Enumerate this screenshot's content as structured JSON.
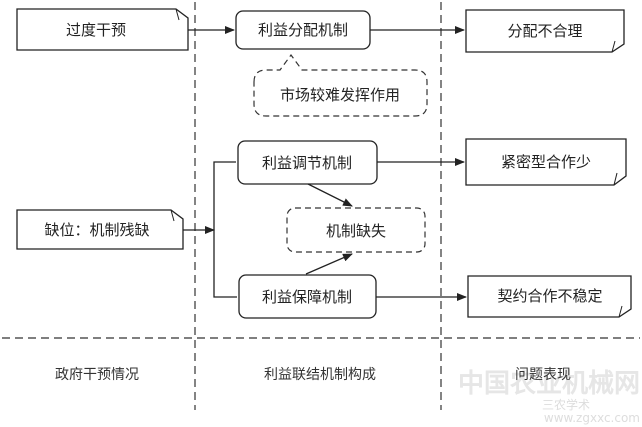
{
  "diagram": {
    "gov_boxes": [
      "过度干预",
      "缺位：机制残缺"
    ],
    "mechanisms": {
      "distribution": "利益分配机制",
      "market_cloud": "市场较难发挥作用",
      "coordination": "利益调节机制",
      "missing": "机制缺失",
      "guarantee": "利益保障机制"
    },
    "problems": [
      "分配不合理",
      "紧密型合作少",
      "契约合作不稳定"
    ],
    "columns": [
      "政府干预情况",
      "利益联结机制构成",
      "问题表现"
    ]
  },
  "watermark": {
    "main": "中国农业机械网",
    "sub": "三农学术",
    "url": "www.zgxxc.com"
  },
  "colors": {
    "line": "#222222",
    "dash": "#333333",
    "box_fill": "#ffffff",
    "watermark": "#e6e6e6"
  }
}
